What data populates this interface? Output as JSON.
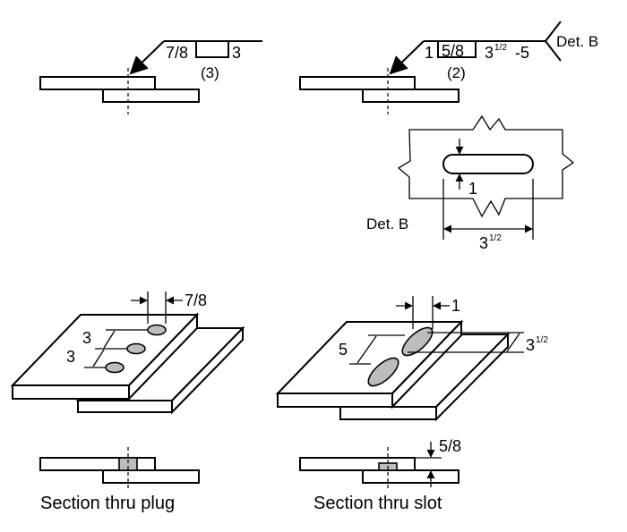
{
  "plug_symbol": {
    "size": "7/8",
    "depth": "3",
    "count": "(3)"
  },
  "slot_symbol": {
    "depth": "1",
    "size": "5/8",
    "length": "3",
    "length_frac": "1/2",
    "pitch": "-5",
    "count": "(2)",
    "reference": "Det. B"
  },
  "detail_b": {
    "label": "Det. B",
    "width": "1",
    "length": "3",
    "length_frac": "1/2"
  },
  "plug_iso": {
    "diameter": "7/8",
    "spacing_1": "3",
    "spacing_2": "3"
  },
  "slot_iso": {
    "width": "1",
    "spacing": "5",
    "length": "3",
    "length_frac": "1/2"
  },
  "section_slot": {
    "depth": "5/8"
  },
  "captions": {
    "plug": "Section thru plug",
    "slot": "Section thru slot"
  }
}
